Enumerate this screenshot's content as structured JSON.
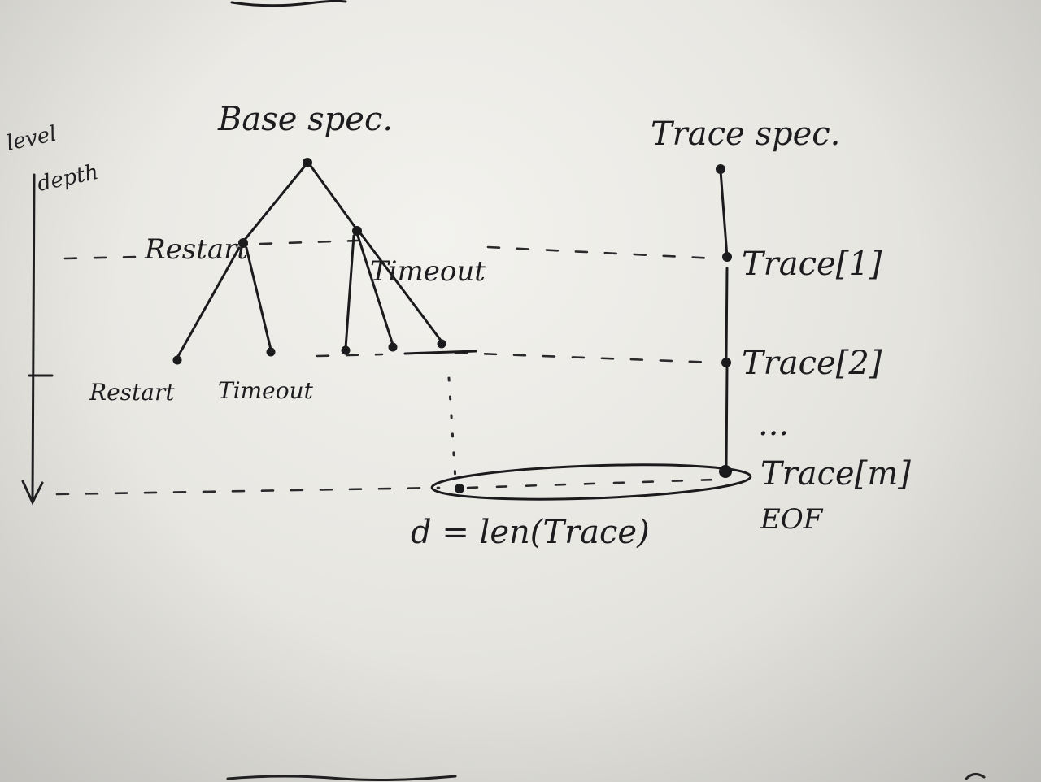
{
  "diagram": {
    "base_title": "Base spec.",
    "trace_title": "Trace spec.",
    "axis_label_line1": "level",
    "axis_label_line2": "depth",
    "left_branch_label": "Restart",
    "right_branch_label": "Timeout",
    "leaf_label_left": "Restart",
    "leaf_label_right": "Timeout",
    "trace_1_label": "Trace[1]",
    "trace_2_label": "Trace[2]",
    "ellipsis": "...",
    "trace_m_label": "Trace[m]",
    "eof_label": "EOF",
    "depth_formula": "d = len(Trace)"
  },
  "colors": {
    "ink": "#1b1b1d",
    "paper": "#efeee9"
  }
}
